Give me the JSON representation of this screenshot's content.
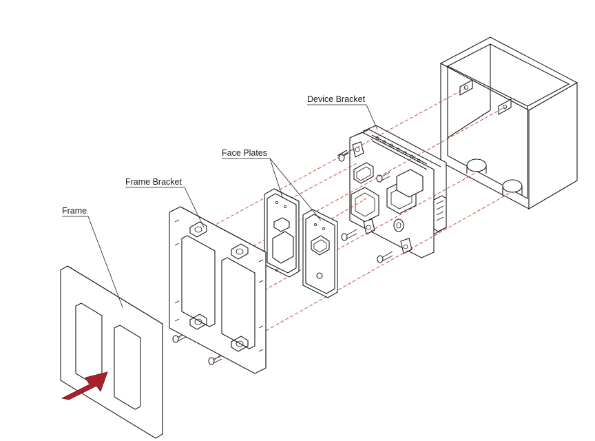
{
  "labels": {
    "device_bracket": "Device Bracket",
    "face_plates": "Face Plates",
    "frame_bracket": "Frame Bracket",
    "frame": "Frame"
  },
  "colors": {
    "line": "#1a1a1a",
    "guide_dashes": "#c0392b",
    "arrow": "#a8202a"
  },
  "icons": {
    "arrow": "insertion-arrow-icon",
    "screw": "screw-icon"
  }
}
